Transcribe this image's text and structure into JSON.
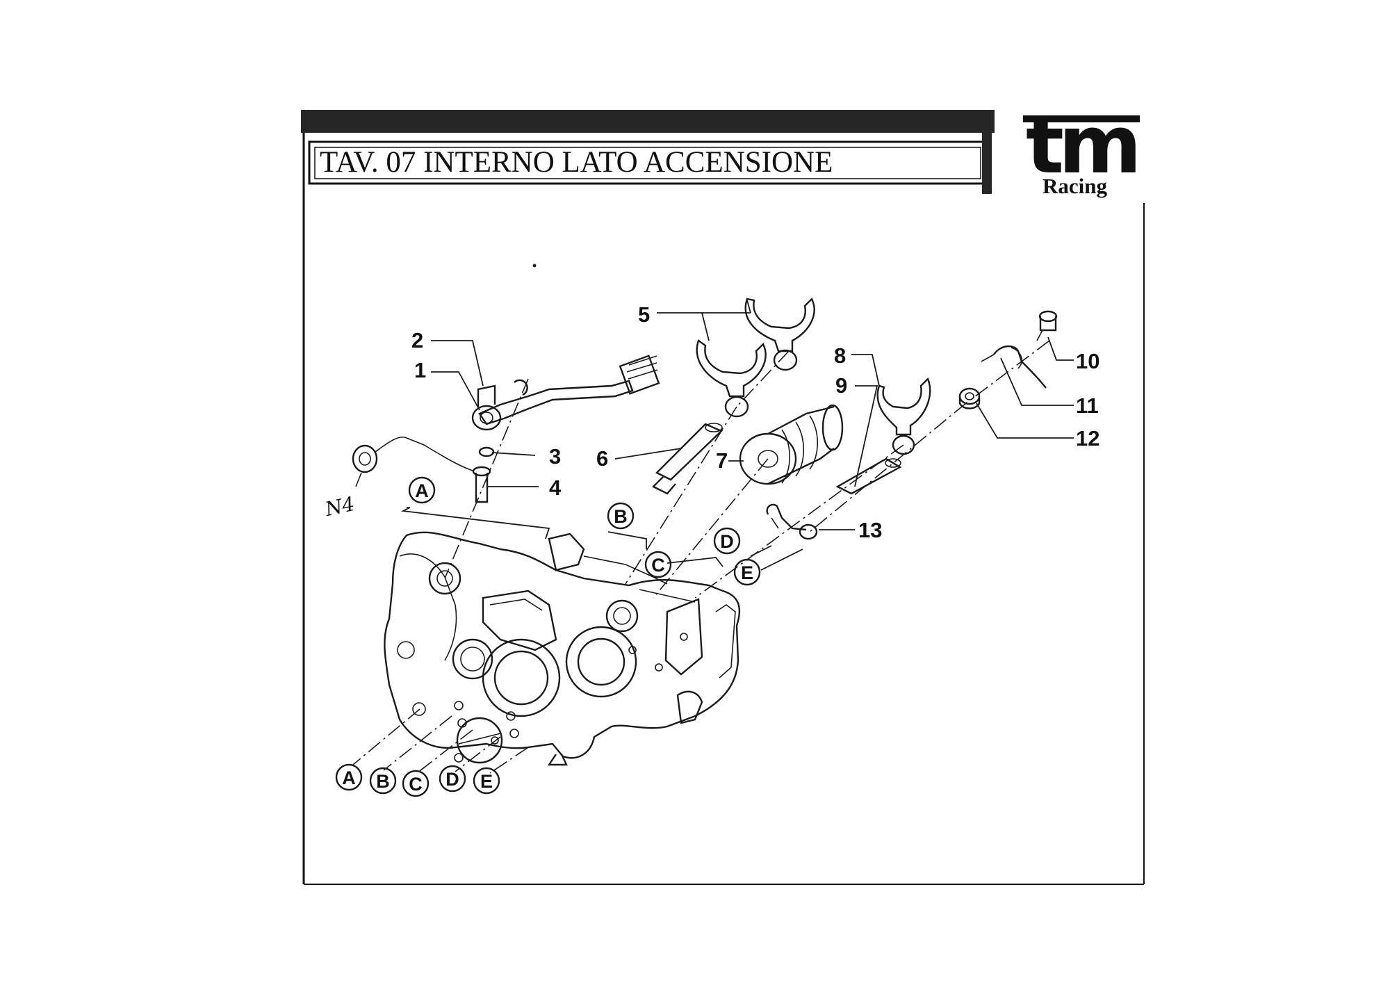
{
  "header": {
    "title": "TAV. 07 INTERNO LATO ACCENSIONE"
  },
  "logo": {
    "mark": "tm",
    "subtitle": "Racing"
  },
  "callouts": [
    "1",
    "2",
    "3",
    "4",
    "5",
    "6",
    "7",
    "8",
    "9",
    "10",
    "11",
    "12",
    "13"
  ],
  "reference_letters_top": [
    "A",
    "B",
    "C",
    "D",
    "E"
  ],
  "reference_letters_bottom": [
    "A",
    "B",
    "C",
    "D",
    "E"
  ],
  "handwritten_note": "N4"
}
